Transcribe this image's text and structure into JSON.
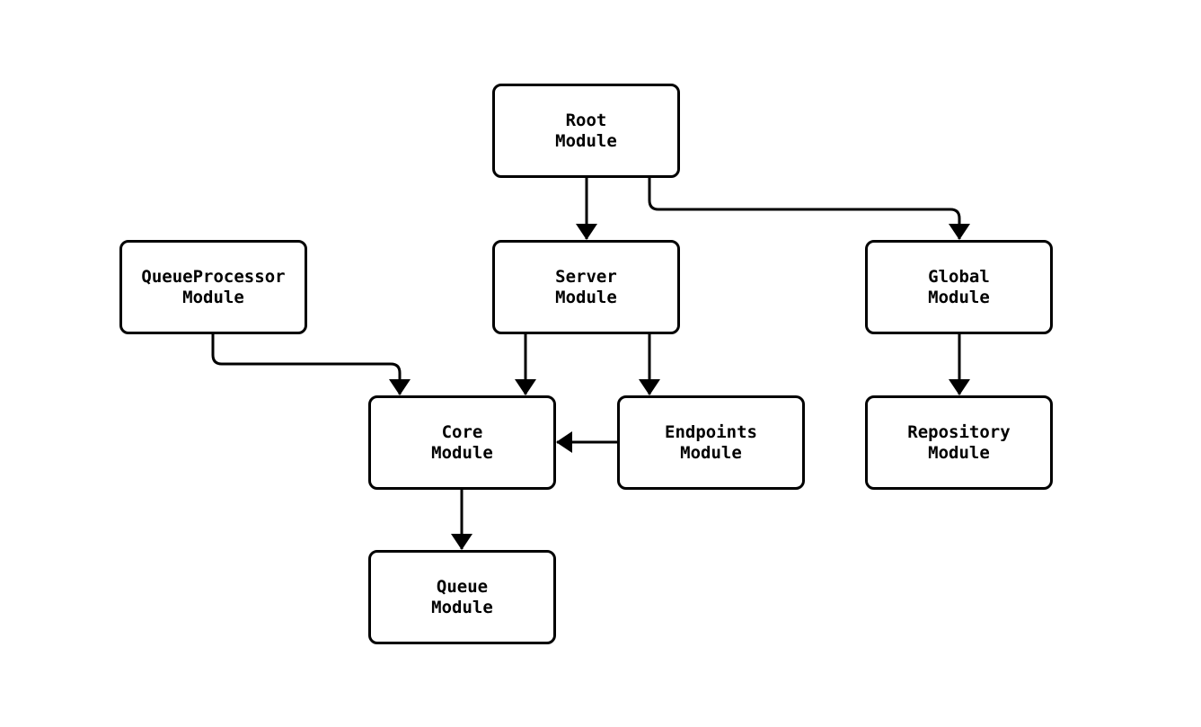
{
  "diagram": {
    "type": "module-dependency-flowchart",
    "background_color": "#ffffff",
    "line_color": "#000000",
    "node_fill_color": "#ffffff",
    "nodes": {
      "root": {
        "label": "Root\nModule"
      },
      "server": {
        "label": "Server\nModule"
      },
      "queueprocessor": {
        "label": "QueueProcessor\nModule"
      },
      "global": {
        "label": "Global\nModule"
      },
      "core": {
        "label": "Core\nModule"
      },
      "endpoints": {
        "label": "Endpoints\nModule"
      },
      "repository": {
        "label": "Repository\nModule"
      },
      "queue": {
        "label": "Queue\nModule"
      }
    },
    "edges": [
      {
        "from": "Root Module",
        "to": "Server Module"
      },
      {
        "from": "Root Module",
        "to": "Global Module"
      },
      {
        "from": "QueueProcessor Module",
        "to": "Core Module"
      },
      {
        "from": "Server Module",
        "to": "Core Module"
      },
      {
        "from": "Server Module",
        "to": "Endpoints Module"
      },
      {
        "from": "Endpoints Module",
        "to": "Core Module"
      },
      {
        "from": "Global Module",
        "to": "Repository Module"
      },
      {
        "from": "Core Module",
        "to": "Queue Module"
      }
    ]
  }
}
